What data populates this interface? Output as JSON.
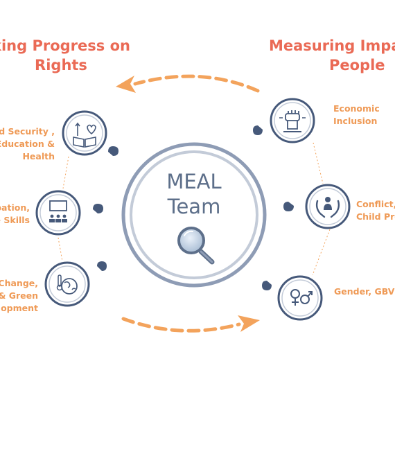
{
  "colors": {
    "title": "#ea6a55",
    "label": "#ef9a56",
    "arrow": "#f3a35c",
    "navy": "#46597a",
    "ring_outer": "#8e9cb5",
    "ring_inner": "#c3cbd8",
    "meal_text": "#5d6f8a"
  },
  "titles": {
    "left_line1": "king Progress on",
    "left_line2": "Rights",
    "right_line1": "Measuring Impa",
    "right_line2": "People"
  },
  "center": {
    "line1": "MEAL",
    "line2": "Team",
    "icon": "magnifying-glass-icon"
  },
  "left_items": [
    {
      "lines": [
        "od Security ,",
        "Education &",
        "Health"
      ],
      "icon": "food-education-health-icon"
    },
    {
      "lines": [
        "pation,",
        "e Skills"
      ],
      "icon": "presentation-board-icon"
    },
    {
      "lines": [
        "Change,",
        "& Green",
        "lopment"
      ],
      "icon": "climate-globe-icon"
    }
  ],
  "right_items": [
    {
      "lines": [
        "Economic",
        "Inclusion"
      ],
      "icon": "raised-fist-icon"
    },
    {
      "lines": [
        "Conflict,",
        "Child Pro"
      ],
      "icon": "protecting-hands-icon"
    },
    {
      "lines": [
        "Gender, GBV"
      ],
      "icon": "gender-symbols-icon"
    }
  ]
}
